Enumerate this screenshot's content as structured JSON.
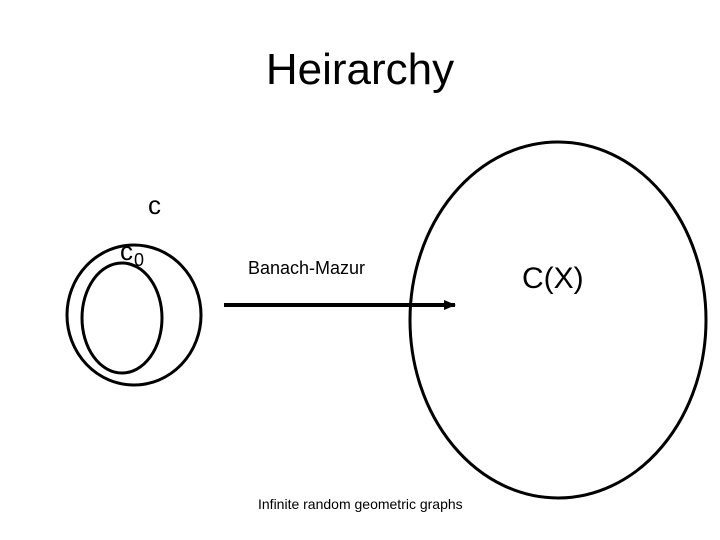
{
  "title": "Heirarchy",
  "labels": {
    "c": "c",
    "c0_base": "c",
    "c0_subscript": "0",
    "banach_mazur": "Banach-Mazur",
    "cx": "C(X)",
    "infinite_graphs": "Infinite random geometric graphs"
  },
  "colors": {
    "stroke": "#000000",
    "background": "#ffffff"
  }
}
